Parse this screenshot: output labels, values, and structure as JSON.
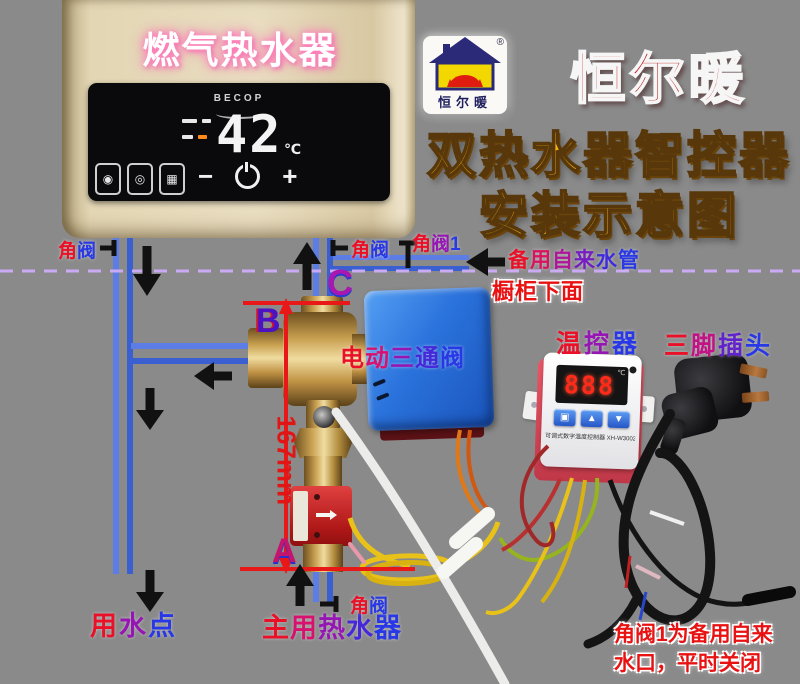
{
  "colors": {
    "bg": "#8a8a8a",
    "pipe_light": "#5c7ce6",
    "pipe_dark": "#3a5fd0",
    "dash_line": "#cbaaf4",
    "measure_red": "#e81818",
    "gold": "#f6b214",
    "brand_red": "#bc0f0f"
  },
  "heater": {
    "name_label": "燃气热水器",
    "brand_mark": "BECOP",
    "temp": "42",
    "temp_unit": "℃",
    "btn_minus": "−",
    "btn_plus": "+"
  },
  "logo": {
    "brand": "恒尔暖",
    "registered": "®"
  },
  "title": {
    "brand": "恒尔暖",
    "line1": "双热水器智控器",
    "line2": "安装示意图"
  },
  "pipe_labels": {
    "angle_valve_left": "角阀",
    "angle_valve_mid": "角阀",
    "angle_valve_1": "角阀1",
    "backup_water_pipe": "备用自来水管",
    "under_cabinet": "橱柜下面",
    "angle_valve_bottom": "角阀",
    "water_point": "用水点",
    "main_heater": "主用热水器"
  },
  "components": {
    "motor_valve": "电动三通阀",
    "thermostat": "温控器",
    "plug": "三脚插头"
  },
  "markers": {
    "a": "A",
    "b": "B",
    "c": "C",
    "dimension": "167mm"
  },
  "thermostat": {
    "display": "888",
    "unit": "℃",
    "label_line": "可调式数字温度控制器 XH-W3002",
    "buttons": [
      "▣",
      "▲",
      "▼"
    ]
  },
  "icons": {
    "heater_mini_1": "◉",
    "heater_mini_2": "◎",
    "heater_mini_3": "▦"
  },
  "note": {
    "line1": "角阀1为备用自来",
    "line2": "水口，平时关闭"
  }
}
